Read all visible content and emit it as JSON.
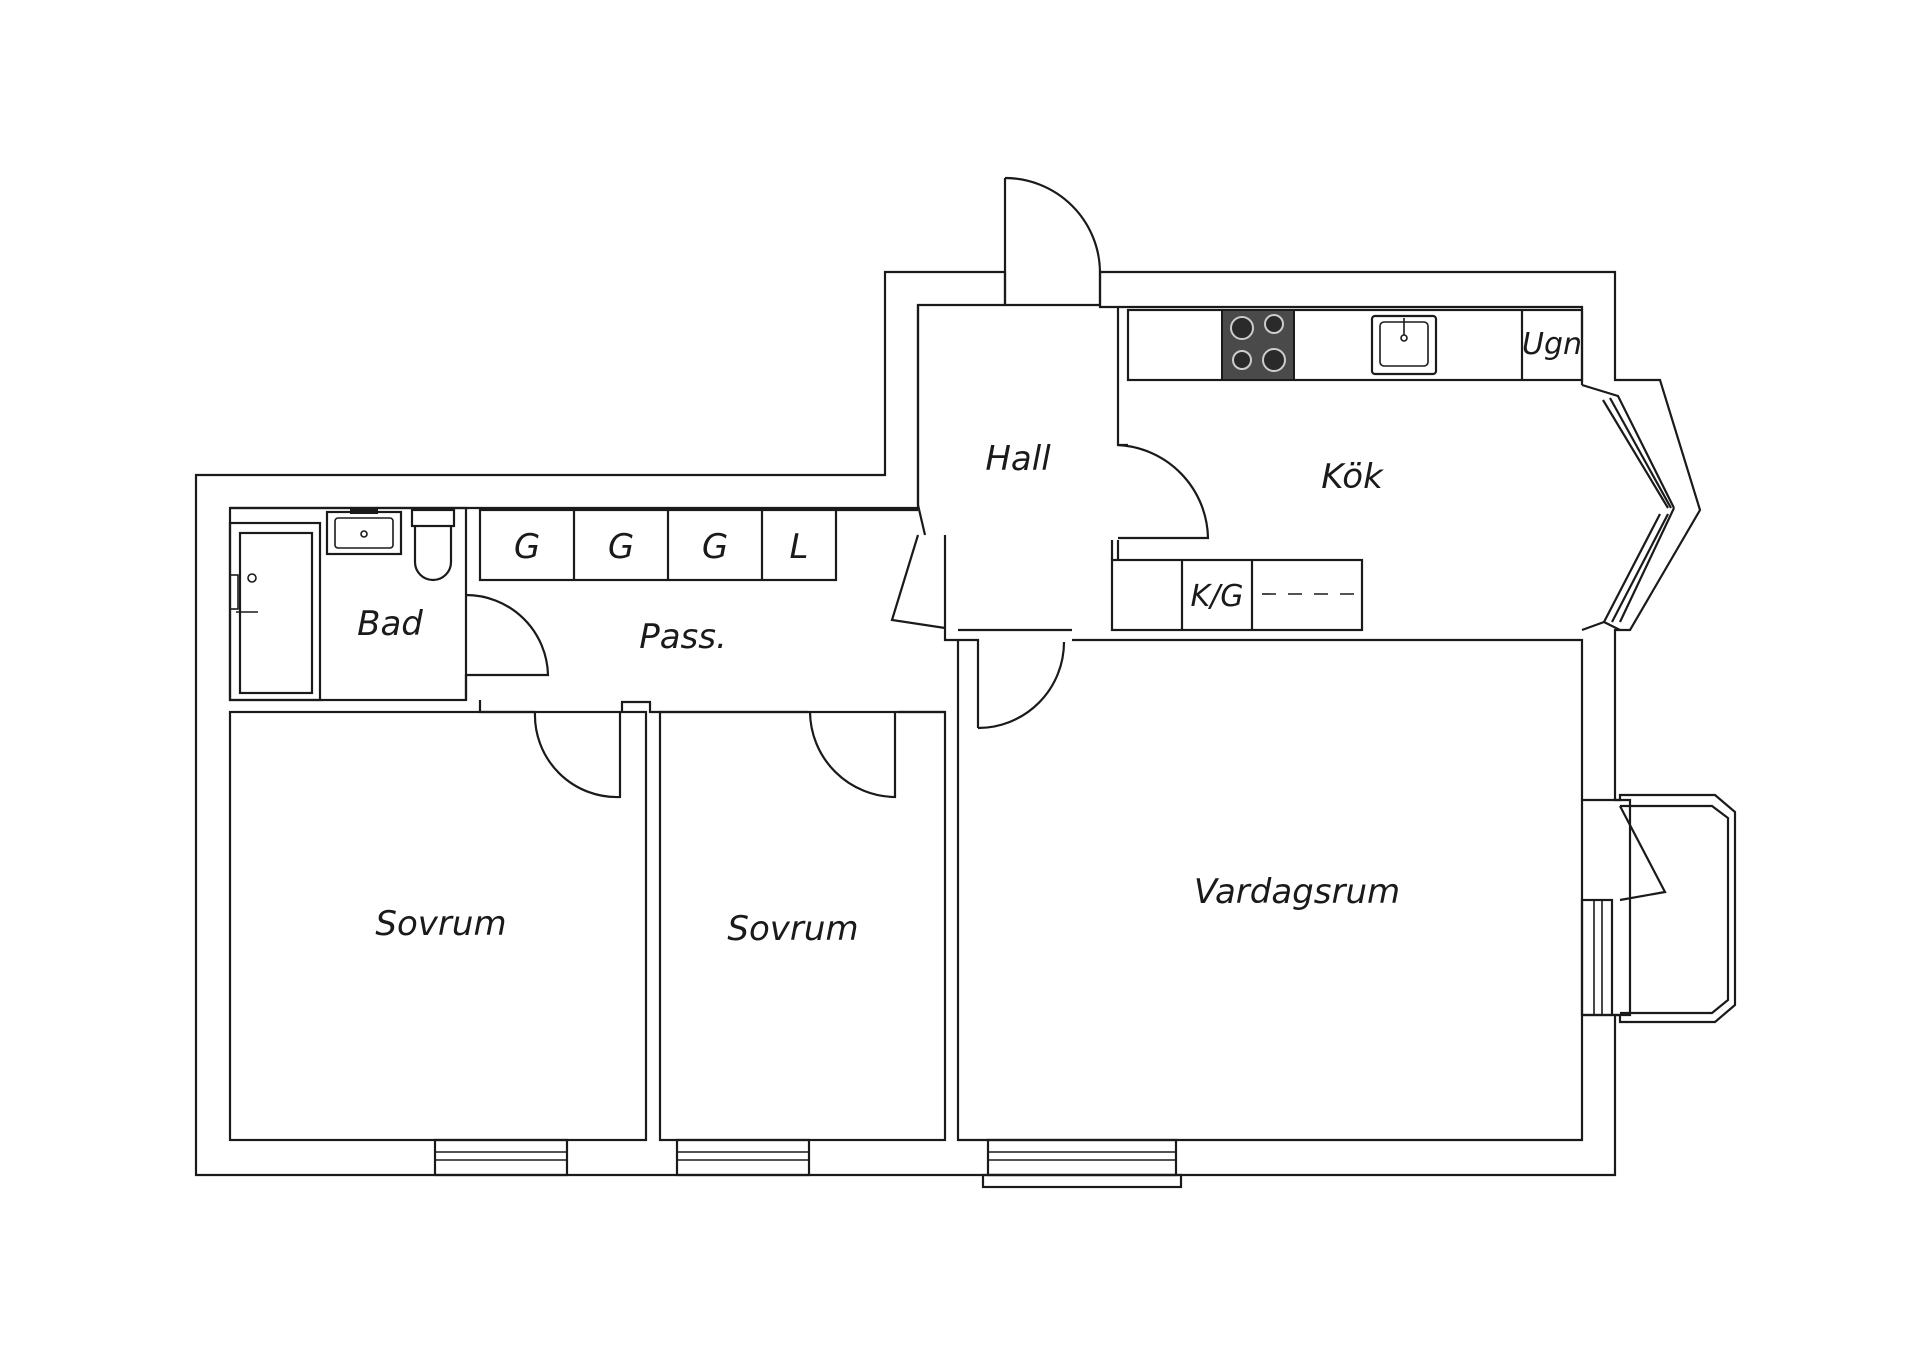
{
  "rooms": {
    "hall": "Hall",
    "kok": "Kök",
    "bad": "Bad",
    "pass": "Pass.",
    "sovrum_1": "Sovrum",
    "sovrum_2": "Sovrum",
    "vardagsrum": "Vardagsrum"
  },
  "fixtures": {
    "ugn": "Ugn",
    "kg": "K/G",
    "wardrobe_1": "G",
    "wardrobe_2": "G",
    "wardrobe_3": "G",
    "linen": "L"
  },
  "colors": {
    "ink": "#1a1a1a",
    "background": "#ffffff",
    "stove": "#4a4a4a"
  }
}
